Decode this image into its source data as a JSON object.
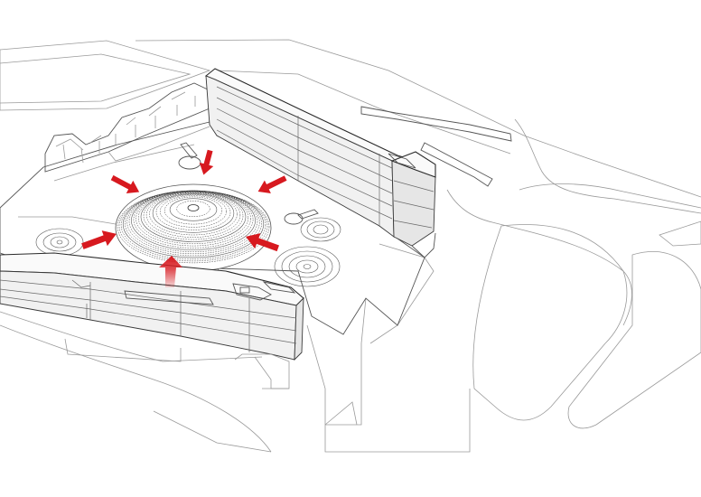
{
  "colors": {
    "background": "#ffffff",
    "linework": "#9a9a9a",
    "building_outline": "#1e1e1e",
    "arrow": "#d7191f",
    "highlight": "#e7e7e7"
  },
  "arrows": [
    {
      "id": "arrow-northwest",
      "direction": "toward-dome"
    },
    {
      "id": "arrow-north",
      "direction": "toward-dome"
    },
    {
      "id": "arrow-northeast",
      "direction": "toward-dome"
    },
    {
      "id": "arrow-east",
      "direction": "toward-dome"
    },
    {
      "id": "arrow-west",
      "direction": "toward-dome"
    },
    {
      "id": "arrow-south",
      "direction": "toward-dome",
      "style": "faded"
    }
  ]
}
